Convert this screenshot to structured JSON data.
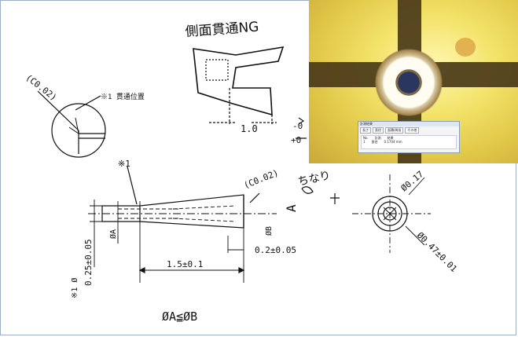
{
  "handwritten": {
    "side_note": "側面貫通NG",
    "tolerance_fragment": "-0",
    "tolerance_fragment2": "+0",
    "note_right": "ちなり",
    "dim_one": "1.0"
  },
  "drawing": {
    "chamfer_left": "(C0.02)",
    "note_mark": "※1",
    "note_detail": "※1 貫通位置",
    "note_mark2": "※1",
    "chamfer_right": "(C0.02)",
    "dia_a": "ØA",
    "dia_b": "ØB",
    "dim_length": "1.5±0.1",
    "dim_right": "0.2±0.05",
    "dim_vertical": "0.25±0.05",
    "dim_vertical_prefix": "※1 Ø",
    "section_letter": "A",
    "dia_top": "Ø0.17",
    "dia_outer": "Ø0.47±0.01",
    "condition": "ØA≦ØB"
  },
  "dialog": {
    "title": "計測結果",
    "tabs": [
      "長さ",
      "直径",
      "面積/周長",
      "その他"
    ],
    "rows": [
      [
        "No.",
        "計測",
        "結果"
      ],
      [
        "1",
        "直径",
        "0.1704 mm"
      ]
    ]
  }
}
